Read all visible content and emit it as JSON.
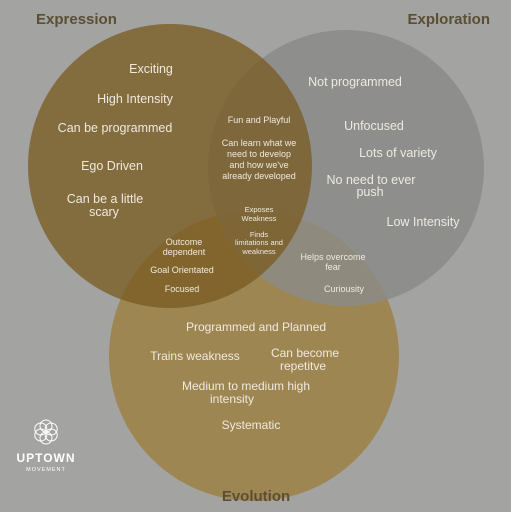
{
  "titles": {
    "expression": "Expression",
    "exploration": "Exploration",
    "evolution": "Evolution"
  },
  "colors": {
    "background": "#a3a3a1",
    "expression": "#7a5c22",
    "exploration": "#8a8b88",
    "evolution": "#9e8145",
    "title_text": "#5a4e34",
    "label_text": "#eeeae0"
  },
  "labels": {
    "expression": [
      "Exciting",
      "High Intensity",
      "Can be programmed",
      "Ego Driven",
      "Can be a little",
      "scary"
    ],
    "exploration": [
      "Not programmed",
      "Unfocused",
      "Lots of variety",
      "No need to ever",
      "push",
      "Low Intensity"
    ],
    "expression_exploration": [
      "Fun and Playful",
      "Can learn what we",
      "need to develop",
      "and how we've",
      "already developed"
    ],
    "center": [
      "Exposes",
      "Weakness",
      "Finds",
      "limitations and",
      "weakness"
    ],
    "expression_evolution": [
      "Outcome",
      "dependent",
      "Goal Orientated",
      "Focused"
    ],
    "exploration_evolution": [
      "Helps overcome",
      "fear",
      "Curiousity"
    ],
    "evolution": [
      "Programmed and Planned",
      "Trains weakness",
      "Can become",
      "repetitve",
      "Medium to medium high",
      "intensity",
      "Systematic"
    ]
  },
  "brand": {
    "name": "UPTOWN",
    "tagline": "MOVEMENT",
    "icon": "flower-ring-icon"
  }
}
